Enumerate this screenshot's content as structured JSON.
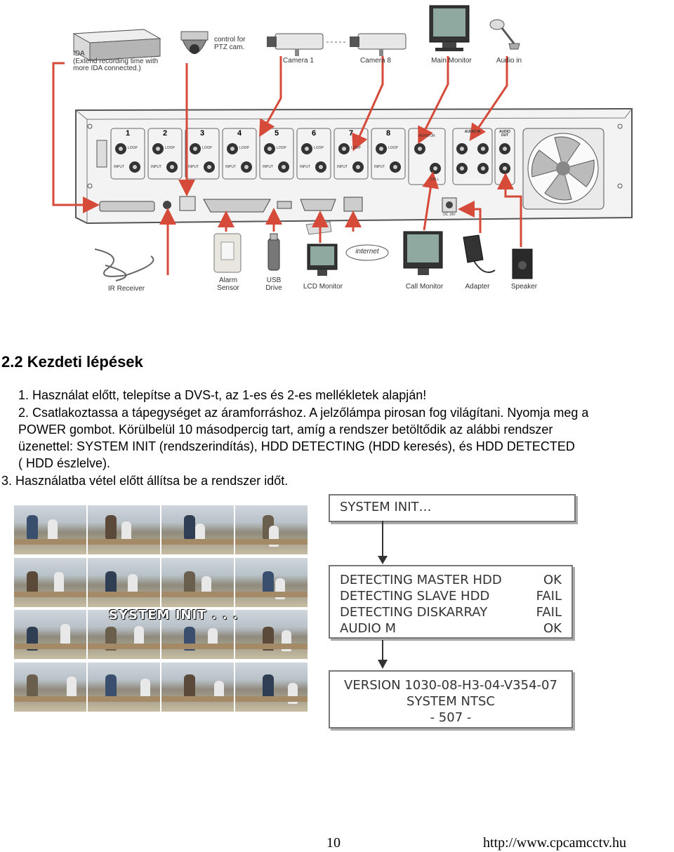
{
  "diagram": {
    "devices_top": [
      {
        "id": "ida",
        "text": "IDA\n(Extend recording time with\nmore IDA connected.)"
      },
      {
        "id": "ptz",
        "text": "control for\nPTZ cam."
      },
      {
        "id": "cam1",
        "text": "Camera 1"
      },
      {
        "id": "cam8",
        "text": "Camera 8"
      },
      {
        "id": "main_monitor",
        "text": "Main Monitor"
      },
      {
        "id": "audio_in",
        "text": "Audio in"
      }
    ],
    "devices_bottom": [
      {
        "id": "ir",
        "text": "IR Receiver"
      },
      {
        "id": "alarm",
        "text": "Alarm\nSensor"
      },
      {
        "id": "usb",
        "text": "USB\nDrive"
      },
      {
        "id": "lcd",
        "text": "LCD Monitor"
      },
      {
        "id": "internet",
        "text": "internet"
      },
      {
        "id": "call",
        "text": "Call Monitor"
      },
      {
        "id": "adapter",
        "text": "Adapter"
      },
      {
        "id": "speaker",
        "text": "Speaker"
      }
    ],
    "channels": [
      "1",
      "2",
      "3",
      "4",
      "5",
      "6",
      "7",
      "8"
    ],
    "port_labels": {
      "loop": "LOOP",
      "input": "INPUT",
      "monitor": "MONITOR",
      "call": "CALL",
      "audio": "AUDIO IN",
      "audio_out": "AUDIO OUT",
      "dc": "DC 19V"
    }
  },
  "heading": "2.2 Kezdeti lépések",
  "paragraphs": [
    "1. Használat előtt, telepítse a DVS-t, az 1-es és 2-es mellékletek alapján!",
    "2. Csatlakoztassa a tápegységet az áramforráshoz. A jelzőlámpa pirosan fog világítani. Nyomja meg a",
    "POWER gombot. Körülbelül 10 másodpercig tart, amíg a rendszer betöltődik az alábbi rendszer",
    "üzenettel: SYSTEM INIT (rendszerindítás), HDD DETECTING (HDD keresés), és HDD DETECTED",
    "( HDD észlelve).",
    "3. Használatba vétel előtt állítsa be a rendszer időt."
  ],
  "mosaic": {
    "overlay_text": "SYSTEM INIT . . ."
  },
  "boot_screens": {
    "init": "SYSTEM INIT…",
    "detect": [
      {
        "label": "DETECTING MASTER HDD",
        "status": "OK"
      },
      {
        "label": "DETECTING SLAVE HDD",
        "status": "FAIL"
      },
      {
        "label": "DETECTING DISKARRAY",
        "status": "FAIL"
      },
      {
        "label": "AUDIO M",
        "status": "OK"
      }
    ],
    "version": [
      "VERSION 1030-08-H3-04-V354-07",
      "SYSTEM NTSC",
      "- 507 -"
    ]
  },
  "footer": {
    "page": "10",
    "url": "http://www.cpcamcctv.hu"
  },
  "colors": {
    "arrow": "#d64a3a",
    "panel": "#f2f2f2",
    "panel_edge": "#555555"
  }
}
